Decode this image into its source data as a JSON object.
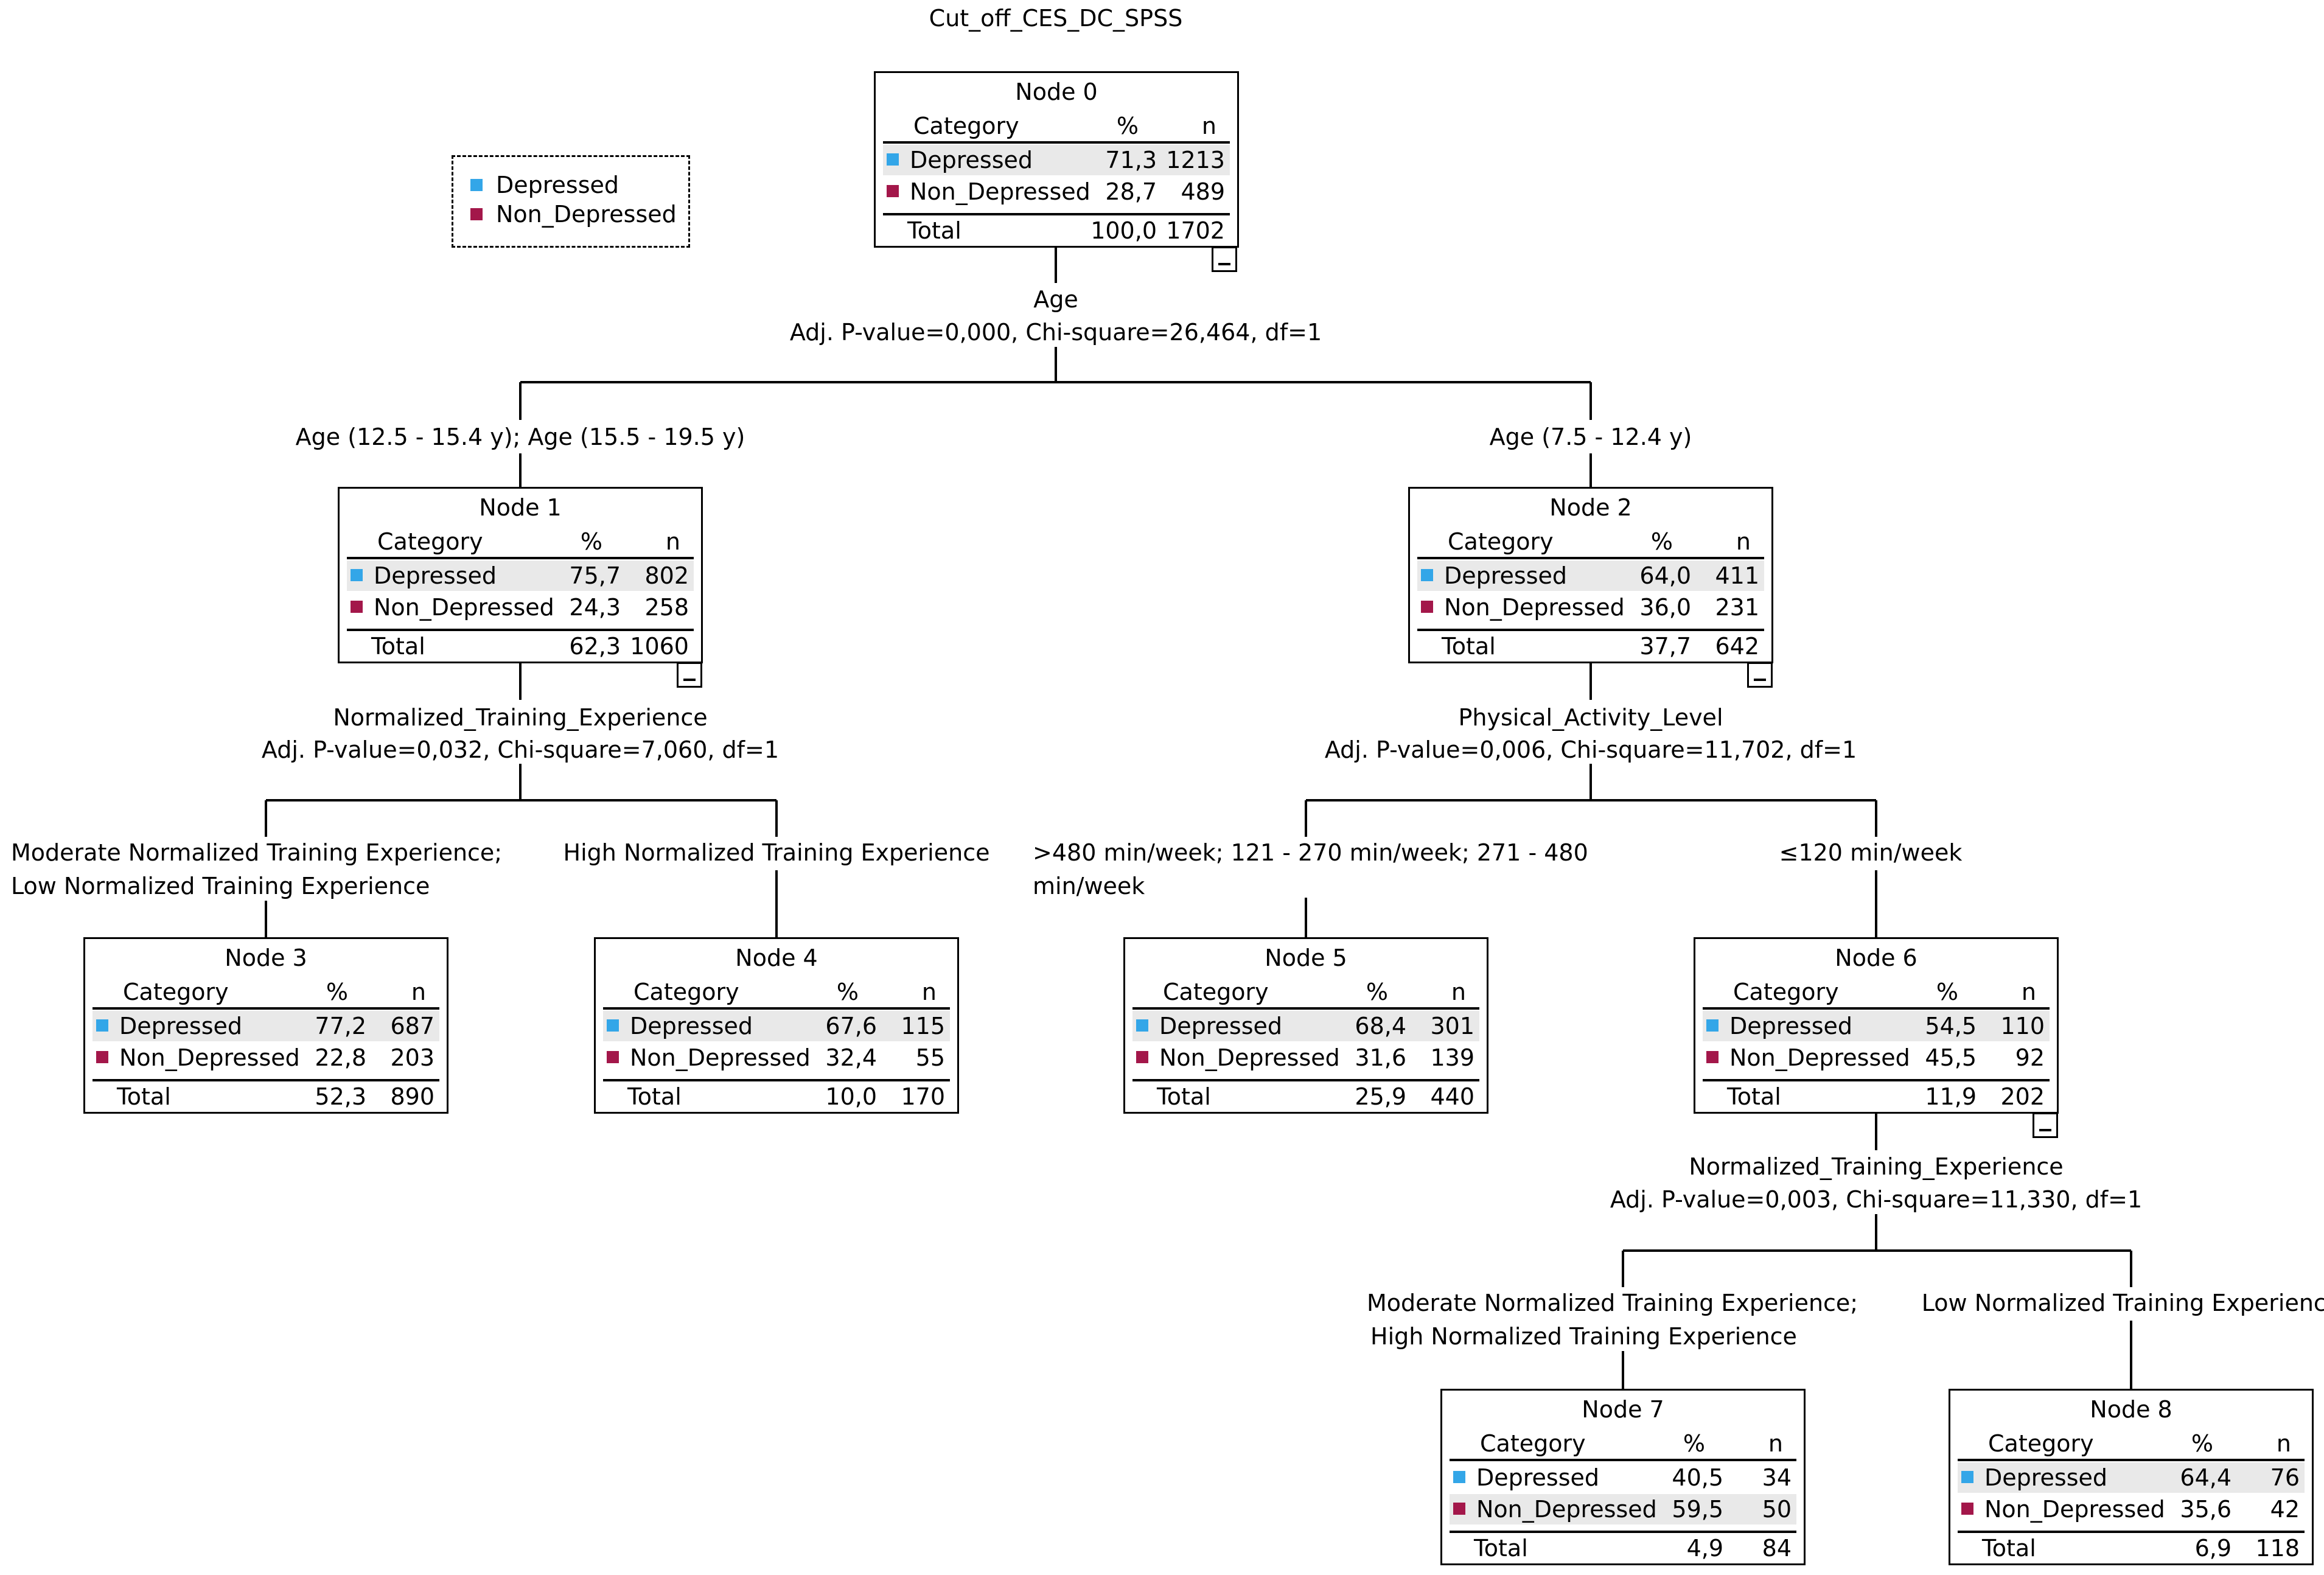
{
  "title": "Cut_off_CES_DC_SPSS",
  "legend": [
    {
      "label": "Depressed",
      "color": "#33a6e8"
    },
    {
      "label": "Non_Depressed",
      "color": "#a3174a"
    }
  ],
  "columns": {
    "category": "Category",
    "pct": "%",
    "n": "n"
  },
  "total_label": "Total",
  "nodes": [
    {
      "id": "Node 0",
      "rows": [
        {
          "cat": "Depressed",
          "pct": "71,3",
          "n": "1213"
        },
        {
          "cat": "Non_Depressed",
          "pct": "28,7",
          "n": "489"
        }
      ],
      "total": {
        "pct": "100,0",
        "n": "1702"
      }
    },
    {
      "id": "Node 1",
      "rows": [
        {
          "cat": "Depressed",
          "pct": "75,7",
          "n": "802"
        },
        {
          "cat": "Non_Depressed",
          "pct": "24,3",
          "n": "258"
        }
      ],
      "total": {
        "pct": "62,3",
        "n": "1060"
      }
    },
    {
      "id": "Node 2",
      "rows": [
        {
          "cat": "Depressed",
          "pct": "64,0",
          "n": "411"
        },
        {
          "cat": "Non_Depressed",
          "pct": "36,0",
          "n": "231"
        }
      ],
      "total": {
        "pct": "37,7",
        "n": "642"
      }
    },
    {
      "id": "Node 3",
      "rows": [
        {
          "cat": "Depressed",
          "pct": "77,2",
          "n": "687"
        },
        {
          "cat": "Non_Depressed",
          "pct": "22,8",
          "n": "203"
        }
      ],
      "total": {
        "pct": "52,3",
        "n": "890"
      }
    },
    {
      "id": "Node 4",
      "rows": [
        {
          "cat": "Depressed",
          "pct": "67,6",
          "n": "115"
        },
        {
          "cat": "Non_Depressed",
          "pct": "32,4",
          "n": "55"
        }
      ],
      "total": {
        "pct": "10,0",
        "n": "170"
      }
    },
    {
      "id": "Node 5",
      "rows": [
        {
          "cat": "Depressed",
          "pct": "68,4",
          "n": "301"
        },
        {
          "cat": "Non_Depressed",
          "pct": "31,6",
          "n": "139"
        }
      ],
      "total": {
        "pct": "25,9",
        "n": "440"
      }
    },
    {
      "id": "Node 6",
      "rows": [
        {
          "cat": "Depressed",
          "pct": "54,5",
          "n": "110"
        },
        {
          "cat": "Non_Depressed",
          "pct": "45,5",
          "n": "92"
        }
      ],
      "total": {
        "pct": "11,9",
        "n": "202"
      }
    },
    {
      "id": "Node 7",
      "rows": [
        {
          "cat": "Depressed",
          "pct": "40,5",
          "n": "34"
        },
        {
          "cat": "Non_Depressed",
          "pct": "59,5",
          "n": "50"
        }
      ],
      "total": {
        "pct": "4,9",
        "n": "84"
      }
    },
    {
      "id": "Node 8",
      "rows": [
        {
          "cat": "Depressed",
          "pct": "64,4",
          "n": "76"
        },
        {
          "cat": "Non_Depressed",
          "pct": "35,6",
          "n": "42"
        }
      ],
      "total": {
        "pct": "6,9",
        "n": "118"
      }
    }
  ],
  "splits": [
    {
      "variable": "Age",
      "stats": "Adj. P-value=0,000, Chi-square=26,464, df=1"
    },
    {
      "variable": "Normalized_Training_Experience",
      "stats": "Adj. P-value=0,032, Chi-square=7,060, df=1"
    },
    {
      "variable": "Physical_Activity_Level",
      "stats": "Adj. P-value=0,006, Chi-square=11,702, df=1"
    },
    {
      "variable": "Normalized_Training_Experience",
      "stats": "Adj. P-value=0,003, Chi-square=11,330, df=1"
    }
  ],
  "branches": {
    "node1": [
      "Age (12.5 - 15.4 y); Age (15.5 - 19.5 y)"
    ],
    "node2": [
      "Age (7.5 - 12.4 y)"
    ],
    "node3": [
      "Moderate Normalized Training Experience;",
      "Low Normalized Training Experience"
    ],
    "node4": [
      "High Normalized Training Experience"
    ],
    "node5": [
      ">480 min/week; 121 - 270 min/week; 271 - 480",
      "min/week"
    ],
    "node6": [
      "≤120 min/week"
    ],
    "node7": [
      "Moderate Normalized Training Experience;",
      "High Normalized Training Experience"
    ],
    "node8": [
      "Low Normalized Training Experience"
    ]
  }
}
